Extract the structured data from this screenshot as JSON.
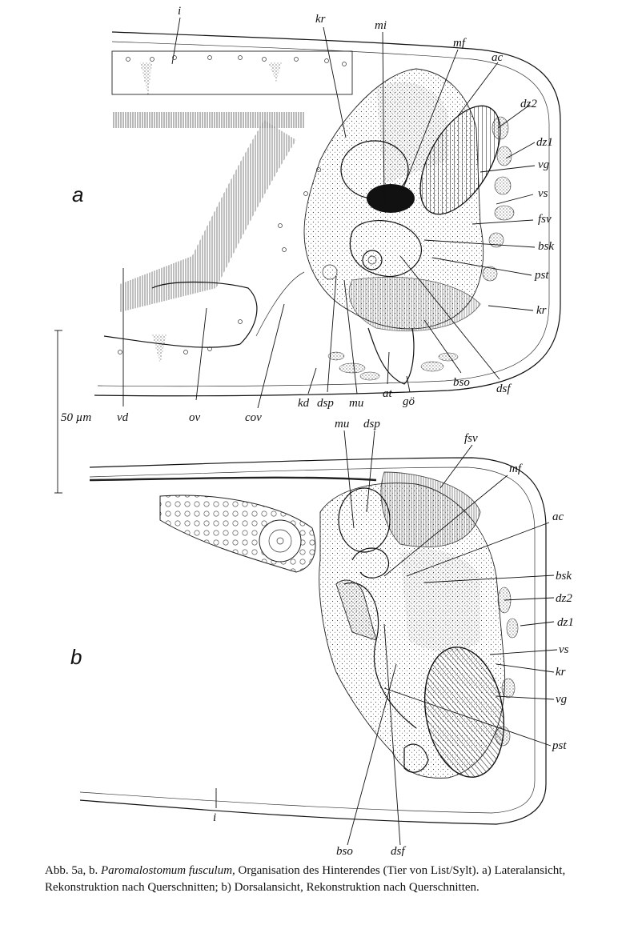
{
  "figure": {
    "panel_a_letter": "a",
    "panel_b_letter": "b",
    "scale_bar": "50 µm",
    "labels_a": {
      "i": "i",
      "kr_top": "kr",
      "mi": "mi",
      "mf": "mf",
      "ac": "ac",
      "dz2": "dz2",
      "dz1": "dz1",
      "vg": "vg",
      "vs": "vs",
      "fsv": "fsv",
      "bsk": "bsk",
      "pst": "pst",
      "kr_right": "kr",
      "dsf": "dsf",
      "bso": "bso",
      "go": "gö",
      "at": "at",
      "mu": "mu",
      "dsp": "dsp",
      "kd": "kd",
      "cov": "cov",
      "ov": "ov",
      "vd": "vd"
    },
    "labels_b": {
      "mu": "mu",
      "dsp": "dsp",
      "fsv": "fsv",
      "mf": "mf",
      "ac": "ac",
      "bsk": "bsk",
      "dz2": "dz2",
      "dz1": "dz1",
      "vs": "vs",
      "kr": "kr",
      "vg": "vg",
      "pst": "pst",
      "dsf": "dsf",
      "bso": "bso",
      "i": "i"
    }
  },
  "caption": {
    "prefix": "Abb. 5a, b.",
    "species": "Paromalostomum fusculum,",
    "text": "Organisation des Hinterendes (Tier von List/Sylt). a) Lateralansicht, Rekonstruktion nach Querschnitten; b) Dorsalansicht, Rekonstruktion nach Querschnitten."
  }
}
